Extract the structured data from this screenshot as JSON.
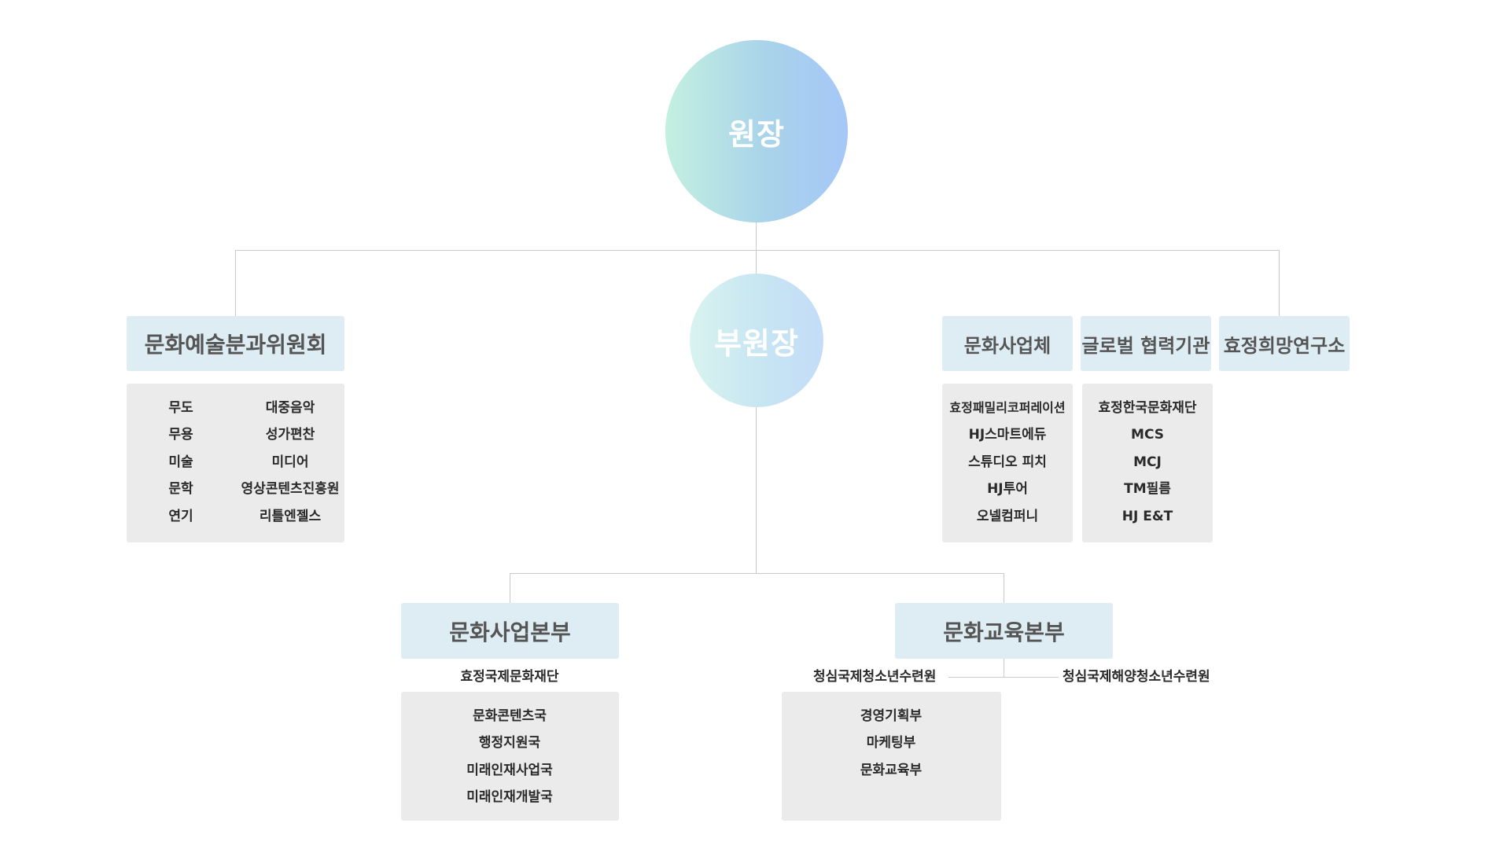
{
  "director": {
    "label": "원장"
  },
  "vice_director": {
    "label": "부원장"
  },
  "arts_committee": {
    "title": "문화예술분과위원회",
    "left_items": [
      "무도",
      "무용",
      "미술",
      "문학",
      "연기"
    ],
    "right_items": [
      "대중음악",
      "성가편찬",
      "미디어",
      "영상콘텐츠진흥원",
      "리틀엔젤스"
    ]
  },
  "culture_companies": {
    "title": "문화사업체",
    "items": [
      "효정패밀리코퍼레이션",
      "HJ스마트에듀",
      "스튜디오 피치",
      "HJ투어",
      "오넬컴퍼니"
    ]
  },
  "global_partners": {
    "title": "글로벌 협력기관",
    "items": [
      "효정한국문화재단",
      "MCS",
      "MCJ",
      "TM필름",
      "HJ E&T"
    ]
  },
  "research_institute": {
    "title": "효정희망연구소"
  },
  "culture_business_hq": {
    "title": "문화사업본부",
    "caption": "효정국제문화재단",
    "items": [
      "문화콘텐츠국",
      "행정지원국",
      "미래인재사업국",
      "미래인재개발국"
    ]
  },
  "culture_education_hq": {
    "title": "문화교육본부",
    "caption_left": "청심국제청소년수련원",
    "caption_right": "청심국제해양청소년수련원",
    "items": [
      "경영기획부",
      "마케팅부",
      "문화교육부"
    ]
  }
}
